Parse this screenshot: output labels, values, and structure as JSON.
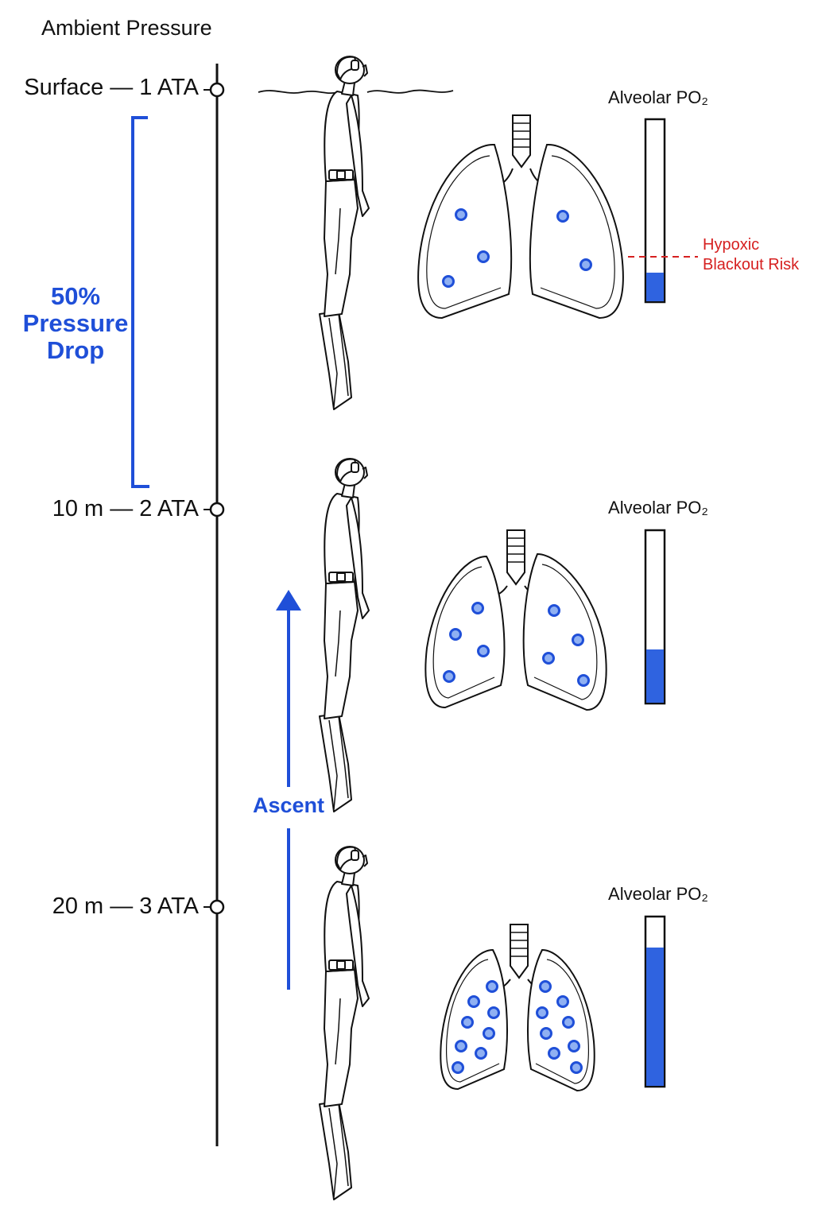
{
  "title": "Ambient Pressure",
  "depths": [
    {
      "label": "Surface — 1 ATA"
    },
    {
      "label": "10 m — 2 ATA"
    },
    {
      "label": "20 m — 3 ATA"
    }
  ],
  "pressure_drop": {
    "line1": "50%",
    "line2": "Pressure",
    "line3": "Drop"
  },
  "ascent_label": "Ascent",
  "po2_label": "Alveolar PO₂",
  "po2_levels": [
    0.16,
    0.31,
    0.82
  ],
  "risk_label": {
    "line1": "Hypoxic",
    "line2": "Blackout Risk"
  },
  "colors": {
    "accent": "#1f4fd8",
    "fill": "#2f63e0",
    "danger": "#d62020",
    "ink": "#111111"
  }
}
